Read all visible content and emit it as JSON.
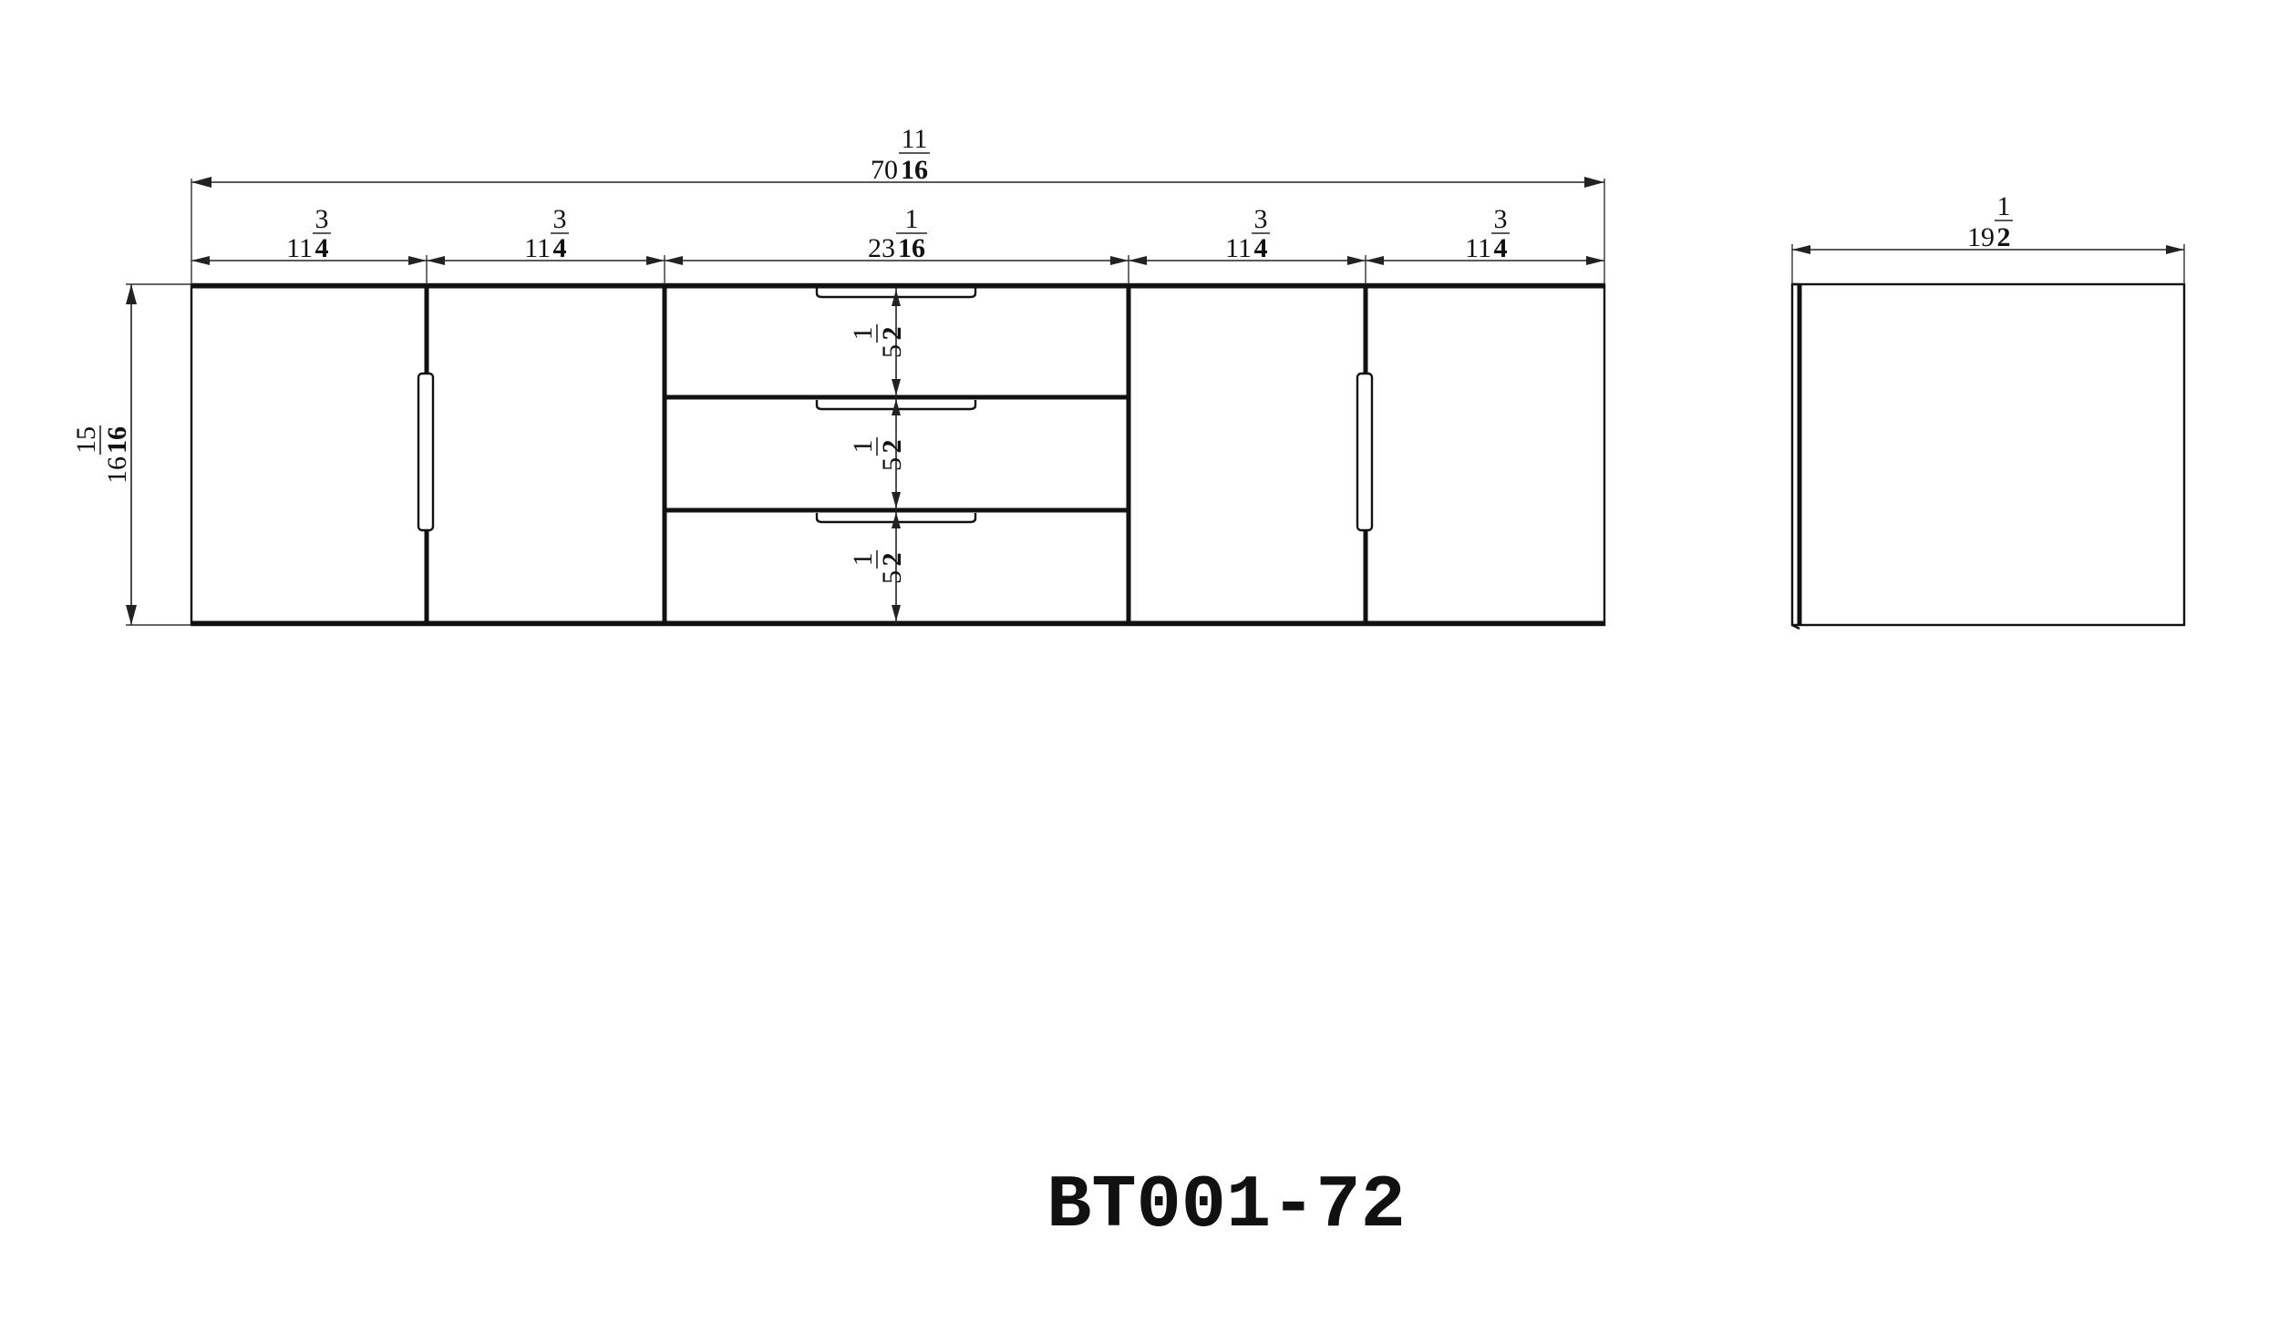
{
  "drawing": {
    "front_view": {
      "overall_width": {
        "whole": "70",
        "num": "11",
        "den": "16"
      },
      "section_widths": [
        {
          "whole": "11",
          "num": "3",
          "den": "4"
        },
        {
          "whole": "11",
          "num": "3",
          "den": "4"
        },
        {
          "whole": "23",
          "num": "1",
          "den": "16"
        },
        {
          "whole": "11",
          "num": "3",
          "den": "4"
        },
        {
          "whole": "11",
          "num": "3",
          "den": "4"
        }
      ],
      "overall_height": {
        "whole": "16",
        "num": "15",
        "den": "16"
      },
      "drawer_heights": [
        {
          "whole": "5",
          "num": "1",
          "den": "2"
        },
        {
          "whole": "5",
          "num": "1",
          "den": "2"
        },
        {
          "whole": "5",
          "num": "1",
          "den": "2"
        }
      ]
    },
    "side_view": {
      "depth": {
        "whole": "19",
        "num": "1",
        "den": "2"
      }
    },
    "model_number": "BT001-72"
  }
}
